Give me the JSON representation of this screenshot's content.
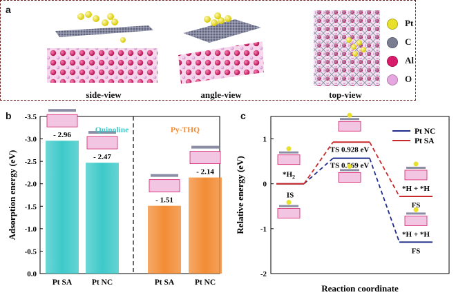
{
  "panel_a": {
    "letter": "a",
    "views": [
      "side-view",
      "angle-view",
      "top-view"
    ],
    "legend": [
      {
        "label": "Pt",
        "color": "#e8e02a"
      },
      {
        "label": "C",
        "color": "#7a7d92"
      },
      {
        "label": "Al",
        "color": "#d81b6a"
      },
      {
        "label": "O",
        "color": "#e6a6e0"
      }
    ]
  },
  "chart_data": [
    {
      "type": "bar",
      "letter": "b",
      "ylabel": "Adsorption energy (eV)",
      "ylim": [
        0,
        -3.5
      ],
      "yticks": [
        "0.0",
        "-0.5",
        "-1.0",
        "-1.5",
        "-2.0",
        "-2.5",
        "-3.0",
        "-3.5"
      ],
      "groups": [
        {
          "label": "Quinoline",
          "color": "#3ec9c9",
          "categories": [
            "Pt SA",
            "Pt NC"
          ],
          "values": [
            -2.96,
            -2.47
          ],
          "value_labels": [
            "- 2.96",
            "- 2.47"
          ]
        },
        {
          "label": "Py-THQ",
          "color": "#f28c35",
          "categories": [
            "Pt SA",
            "Pt NC"
          ],
          "values": [
            -1.51,
            -2.14
          ],
          "value_labels": [
            "- 1.51",
            "- 2.14"
          ]
        }
      ]
    },
    {
      "type": "line",
      "letter": "c",
      "xlabel": "Reaction coordinate",
      "ylabel": "Relative energy (eV)",
      "ylim": [
        -2,
        1.5
      ],
      "yticks": [
        "-2",
        "-1",
        "0",
        "1"
      ],
      "series": [
        {
          "name": "Pt NC",
          "color": "#1f2b8a",
          "values": [
            0,
            0.569,
            -1.3
          ]
        },
        {
          "name": "Pt SA",
          "color": "#c8282a",
          "values": [
            0,
            0.928,
            -0.28
          ]
        }
      ],
      "annotations": {
        "is_species": "*H",
        "is_species_sub": "2",
        "is": "IS",
        "ts_sa": "TS 0.928 eV",
        "ts_nc": "TS 0.569 eV",
        "fs_sa_species": "*H + *H",
        "fs_sa": "FS",
        "fs_nc_species": "*H + *H",
        "fs_nc": "FS"
      }
    }
  ]
}
